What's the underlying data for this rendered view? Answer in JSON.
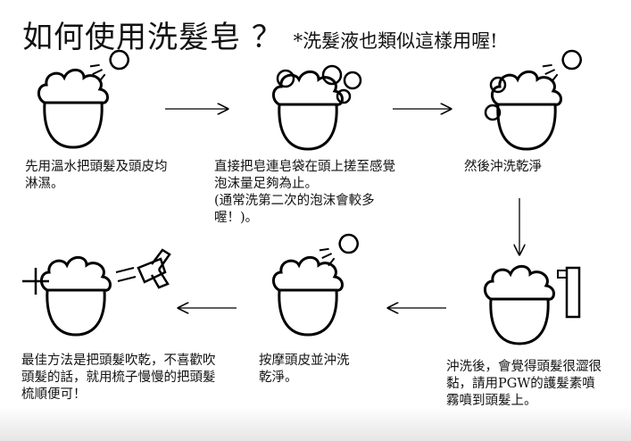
{
  "title": {
    "main": "如何使用洗髮皂",
    "mark": "？",
    "note": "*洗髮液也類似這樣用喔!"
  },
  "steps": [
    {
      "text": "先用溫水把頭髮及頭皮均淋濕。"
    },
    {
      "text": "直接把皂連皂袋在頭上搓至感覺泡沫量足夠為止。",
      "note": "(通常洗第二次的泡沫會較多喔！)。"
    },
    {
      "text": "然後沖洗乾淨"
    },
    {
      "text": "沖洗後，會覺得頭髮很澀很黏，請用PGW的護髮素噴霧噴到頭髮上。"
    },
    {
      "text": "按摩頭皮並沖洗乾淨。"
    },
    {
      "text": "最佳方法是把頭髮吹乾，不喜歡吹頭髮的話，就用梳子慢慢的把頭髮梳順便可！"
    }
  ]
}
